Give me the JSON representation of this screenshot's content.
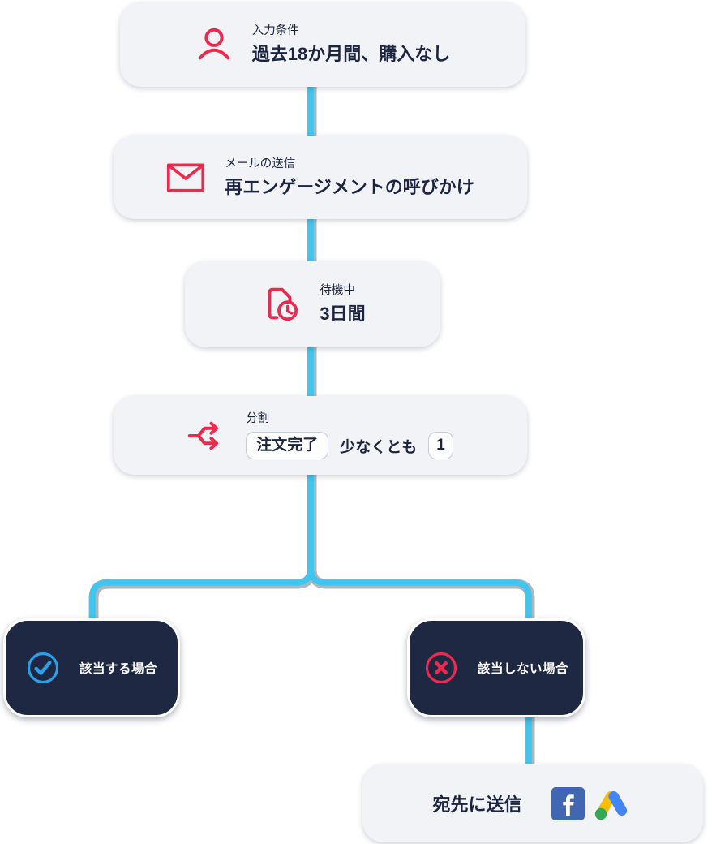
{
  "flow": {
    "trigger": {
      "icon": "person-icon",
      "label": "入力条件",
      "title": "過去18か月間、購入なし"
    },
    "email": {
      "icon": "envelope-icon",
      "label": "メールの送信",
      "title": "再エンゲージメントの呼びかけ"
    },
    "wait": {
      "icon": "document-clock-icon",
      "label": "待機中",
      "title": "3日間"
    },
    "split": {
      "icon": "split-arrows-icon",
      "label": "分割",
      "condition": "注文完了",
      "operator": "少なくとも",
      "count": "1"
    },
    "branch_yes": {
      "icon": "check-circle-icon",
      "label": "該当する場合"
    },
    "branch_no": {
      "icon": "x-circle-icon",
      "label": "該当しない場合"
    },
    "send": {
      "label": "宛先に送信",
      "destinations": [
        "facebook-icon",
        "google-ads-icon"
      ]
    }
  },
  "colors": {
    "card_bg": "#F1F3F6",
    "dark_card_bg": "#1F2843",
    "text_navy": "#1B2440",
    "accent_red": "#EF284D",
    "connector_cyan": "#3EC6F1",
    "connector_shadow": "#B0B5BB",
    "check_blue": "#2AA0E8",
    "facebook_blue": "#4267B2",
    "google_yellow": "#FBBC04",
    "google_blue": "#4285F4",
    "google_green": "#34A853"
  }
}
